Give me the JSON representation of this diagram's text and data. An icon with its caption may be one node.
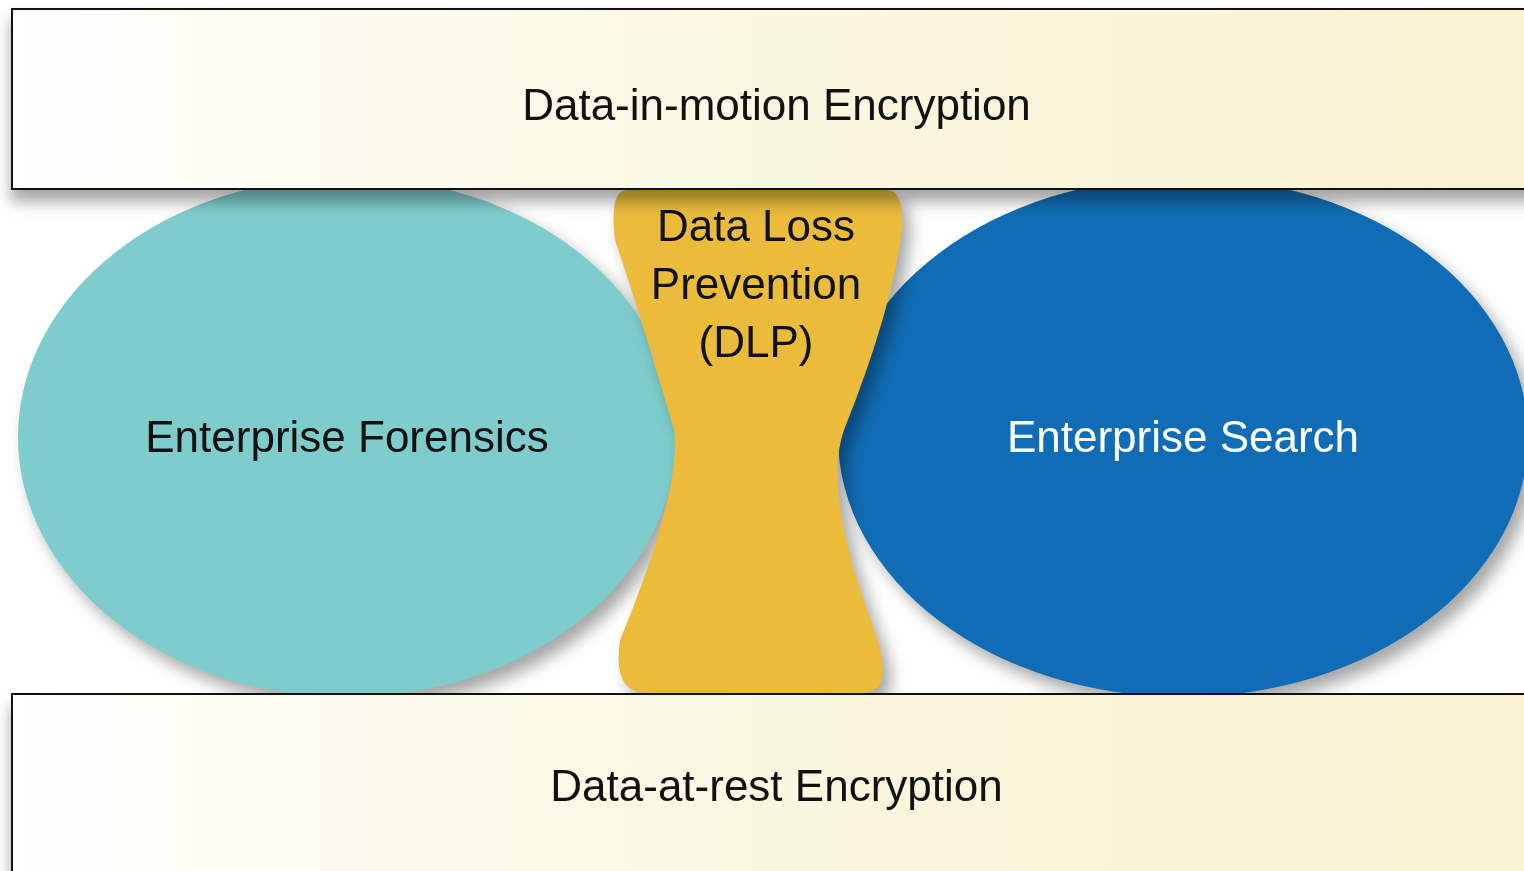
{
  "diagram": {
    "nodes": [
      {
        "text": [
          "Data-in-motion Encryption"
        ]
      },
      {
        "text": [
          "Enterprise Forensics"
        ]
      },
      {
        "text": [
          "Data Loss Prevention (DLP)"
        ]
      },
      {
        "text": [
          "Enterprise Search"
        ]
      },
      {
        "text": [
          "Data-at-rest Encryption"
        ]
      }
    ]
  }
}
